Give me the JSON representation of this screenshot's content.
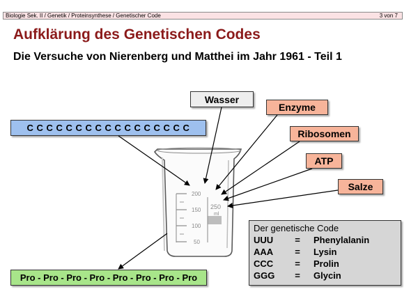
{
  "header": {
    "breadcrumb": "Biologie Sek. II / Genetik / Proteinsynthese / Genetischer Code",
    "page": "3 von 7"
  },
  "title": "Aufklärung des Genetischen Codes",
  "subtitle": "Die Versuche von Nierenberg und Matthei im Jahr 1961 - Teil 1",
  "ingredients": {
    "water": "Wasser",
    "enzyme": "Enzyme",
    "ribosome": "Ribosomen",
    "atp": "ATP",
    "salts": "Salze"
  },
  "sequence": "C C C C C C C C C C C C C C C C C",
  "protein": "Pro - Pro - Pro - Pro - Pro - Pro - Pro - Pro",
  "beaker": {
    "marks": [
      "200",
      "150",
      "100",
      "50"
    ],
    "capacity": "250",
    "unit": "ml"
  },
  "code_table": {
    "heading": "Der genetische Code",
    "rows": [
      {
        "codon": "UUU",
        "eq": "=",
        "amino": "Phenylalanin"
      },
      {
        "codon": "AAA",
        "eq": "=",
        "amino": "Lysin"
      },
      {
        "codon": "CCC",
        "eq": "=",
        "amino": "Prolin"
      },
      {
        "codon": "GGG",
        "eq": "=",
        "amino": "Glycin"
      }
    ]
  },
  "colors": {
    "title": "#8b1a1a",
    "orange": "#f7b49a",
    "blue": "#9ec0ee",
    "green": "#a8e58a",
    "grey": "#d6d6d6"
  }
}
